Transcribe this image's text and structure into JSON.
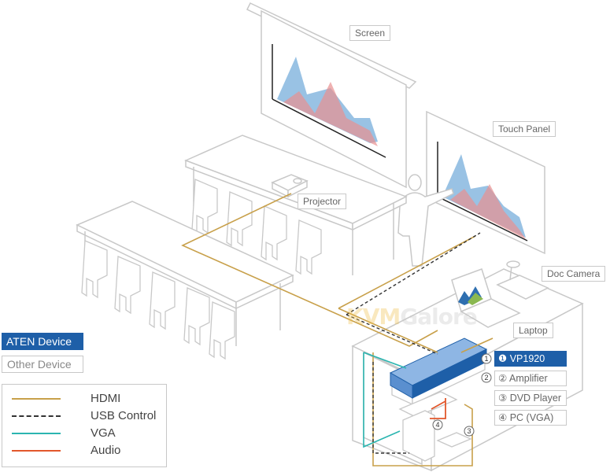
{
  "labels": {
    "screen": "Screen",
    "touch_panel": "Touch Panel",
    "projector": "Projector",
    "doc_camera": "Doc Camera",
    "laptop": "Laptop"
  },
  "device_types": {
    "aten": "ATEN Device",
    "other": "Other Device"
  },
  "devices": [
    {
      "marker": "1",
      "text": "VP1920",
      "type": "aten"
    },
    {
      "marker": "2",
      "text": "Amplifier",
      "type": "other"
    },
    {
      "marker": "3",
      "text": "DVD Player",
      "type": "other"
    },
    {
      "marker": "4",
      "text": "PC (VGA)",
      "type": "other"
    }
  ],
  "legend": [
    {
      "label": "HDMI",
      "color": "#c8a04a",
      "style": "solid"
    },
    {
      "label": "USB Control",
      "color": "#333333",
      "style": "dashed"
    },
    {
      "label": "VGA",
      "color": "#2bb5b0",
      "style": "solid"
    },
    {
      "label": "Audio",
      "color": "#e2572b",
      "style": "solid"
    }
  ],
  "watermark": {
    "part1": "KVM",
    "part2": "Galore"
  },
  "colors": {
    "aten_blue": "#1e5fa8",
    "outline_gray": "#c8c8c8",
    "chart_blue": "#6ea8d8",
    "chart_red": "#e89090"
  }
}
